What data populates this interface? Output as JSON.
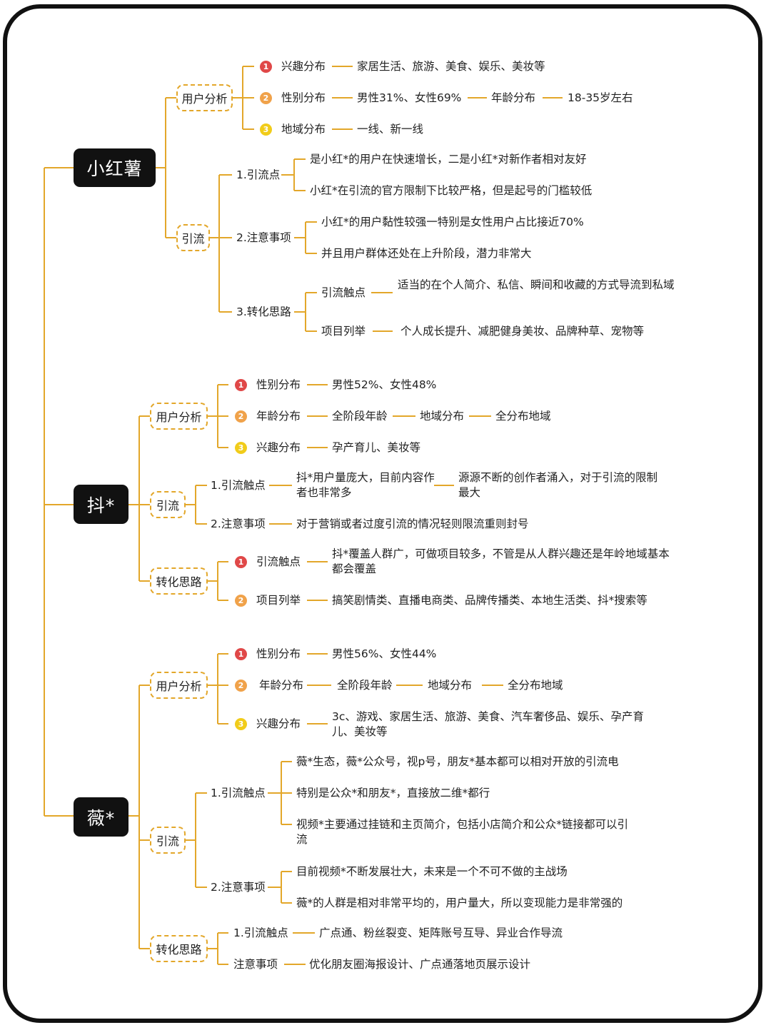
{
  "colors": {
    "connector": "#e3a72a",
    "root_bg": "#111111",
    "badge_1": "#e04848",
    "badge_2": "#f0a24a",
    "badge_3": "#f1cc1a"
  },
  "xhs": {
    "title": "小红薯",
    "user_analysis": {
      "label": "用户分析",
      "items": [
        {
          "num": "1",
          "label": "兴趣分布",
          "value": "家居生活、旅游、美食、娱乐、美妆等"
        },
        {
          "num": "2",
          "label": "性别分布",
          "value": "男性31%、女性69%",
          "sub_label": "年龄分布",
          "sub_value": "18-35岁左右"
        },
        {
          "num": "3",
          "label": "地域分布",
          "value": "一线、新一线"
        }
      ]
    },
    "traffic": {
      "label": "引流",
      "points": {
        "label": "1.引流点",
        "items": [
          "是小红*的用户在快速增长，二是小红*对新作者相对友好",
          "小红*在引流的官方限制下比较严格，但是起号的门槛较低"
        ]
      },
      "notes": {
        "label": "2.注意事项",
        "items": [
          "小红*的用户黏性较强一特别是女性用户占比接近70%",
          "并且用户群体还处在上升阶段，潜力非常大"
        ]
      },
      "conversion": {
        "label": "3.转化思路",
        "items": [
          {
            "label": "引流触点",
            "value": "适当的在个人简介、私信、瞬间和收藏的方式导流到私域"
          },
          {
            "label": "项目列举",
            "value": "个人成长提升、减肥健身美妆、品牌种草、宠物等"
          }
        ]
      }
    }
  },
  "douyin": {
    "title": "抖*",
    "user_analysis": {
      "label": "用户分析",
      "items": [
        {
          "num": "1",
          "label": "性别分布",
          "value": "男性52%、女性48%"
        },
        {
          "num": "2",
          "label": "年龄分布",
          "value": "全阶段年龄",
          "sub_label": "地域分布",
          "sub_value": "全分布地域"
        },
        {
          "num": "3",
          "label": "兴趣分布",
          "value": "孕产育儿、美妆等"
        }
      ]
    },
    "traffic": {
      "label": "引流",
      "points": {
        "label": "1.引流触点",
        "value": "抖*用户量庞大，目前内容作者也非常多",
        "sub_value": "源源不断的创作者涌入，对于引流的限制最大"
      },
      "notes": {
        "label": "2.注意事项",
        "value": "对于营销或者过度引流的情况轻则限流重则封号"
      }
    },
    "conversion": {
      "label": "转化思路",
      "items": [
        {
          "num": "1",
          "label": "引流触点",
          "value": "抖*覆盖人群广，可做项目较多，不管是从人群兴趣还是年岭地域基本都会覆盖"
        },
        {
          "num": "2",
          "label": "项目列举",
          "value": "搞笑剧情类、直播电商类、品牌传播类、本地生活类、抖*搜索等"
        }
      ]
    }
  },
  "weixin": {
    "title": "薇*",
    "user_analysis": {
      "label": "用户分析",
      "items": [
        {
          "num": "1",
          "label": "性别分布",
          "value": "男性56%、女性44%"
        },
        {
          "num": "2",
          "label": "年龄分布",
          "value": "全阶段年龄",
          "sub_label": "地域分布",
          "sub_value": "全分布地域"
        },
        {
          "num": "3",
          "label": "兴趣分布",
          "value": "3c、游戏、家居生活、旅游、美食、汽车奢侈品、娱乐、孕产育儿、美妆等"
        }
      ]
    },
    "traffic": {
      "label": "引流",
      "points": {
        "label": "1.引流触点",
        "items": [
          "薇*生态，薇*公众号，视p号，朋友*基本都可以相对开放的引流电",
          "特别是公众*和朋友*，直接放二维*都行",
          "视频*主要通过挂链和主页简介，包括小店简介和公众*链接都可以引流"
        ]
      },
      "notes": {
        "label": "2.注意事项",
        "items": [
          "目前视频*不断发展壮大，未来是一个不可不做的主战场",
          "薇*的人群是相对非常平均的，用户量大，所以变现能力是非常强的"
        ]
      }
    },
    "conversion": {
      "label": "转化思路",
      "items": [
        {
          "label": "1.引流触点",
          "value": "广点通、粉丝裂变、矩阵账号互导、异业合作导流"
        },
        {
          "label": "注意事项",
          "value": "优化朋友圈海报设计、广点通落地页展示设计"
        }
      ]
    }
  }
}
